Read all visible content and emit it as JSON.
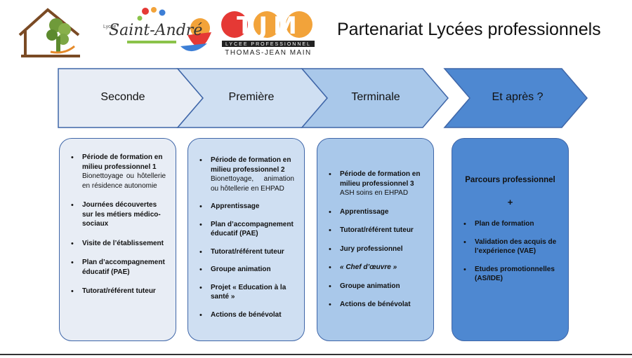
{
  "title": "Partenariat Lycées professionnels",
  "logos": {
    "tjm_letters": "TJM",
    "tjm_sub1": "LYCEE PROFESSIONNEL",
    "tjm_sub2": "THOMAS-JEAN MAIN",
    "stand_text": "Saint-André",
    "stand_small": "Lycée"
  },
  "stages": [
    "Seconde",
    "Première",
    "Terminale",
    "Et après ?"
  ],
  "colors": {
    "arrow1": "#e8edf5",
    "arrow2": "#cfdff2",
    "arrow3": "#a9c8ea",
    "arrow4": "#4e88d1",
    "card1": "#e8edf5",
    "card2": "#cfdff2",
    "card3": "#a9c8ea",
    "card4": "#4e88d1",
    "border": "#3f66a8"
  },
  "cards": [
    {
      "items": [
        {
          "bold": "Période de formation en milieu professionnel 1",
          "detail": "Bionettoyage ou hôtellerie en résidence autonomie"
        },
        {
          "bold": "Journées découvertes sur les métiers médico-sociaux",
          "detail": ""
        },
        {
          "bold": "Visite de l’établissement",
          "detail": ""
        },
        {
          "bold": "Plan d’accompagnement éducatif (PAE)",
          "detail": ""
        },
        {
          "bold": "Tutorat/référent tuteur",
          "detail": ""
        }
      ]
    },
    {
      "items": [
        {
          "bold": "Période de formation en milieu professionnel 2",
          "detail": "Bionettoyage, animation ou hôtellerie en EHPAD"
        },
        {
          "bold": "Apprentissage",
          "detail": ""
        },
        {
          "bold": "Plan d’accompagnement éducatif (PAE)",
          "detail": ""
        },
        {
          "bold": "Tutorat/référent tuteur",
          "detail": ""
        },
        {
          "bold": "Groupe animation",
          "detail": ""
        },
        {
          "bold": "Projet « Education à la santé »",
          "detail": ""
        },
        {
          "bold": "Actions de bénévolat",
          "detail": ""
        }
      ]
    },
    {
      "items": [
        {
          "bold": "Période de formation en milieu professionnel 3",
          "detail": "ASH soins en EHPAD"
        },
        {
          "bold": "Apprentissage",
          "detail": ""
        },
        {
          "bold": "Tutorat/référent tuteur",
          "detail": ""
        },
        {
          "bold": "Jury professionnel",
          "detail": ""
        },
        {
          "bold": "« Chef d’œuvre »",
          "detail": ""
        },
        {
          "bold": "Groupe animation",
          "detail": ""
        },
        {
          "bold": "Actions de bénévolat",
          "detail": ""
        }
      ]
    },
    {
      "heading": "Parcours professionnel",
      "plus": "+",
      "items": [
        {
          "bold": "Plan de formation",
          "detail": ""
        },
        {
          "bold": "Validation des acquis de l’expérience (VAE)",
          "detail": ""
        },
        {
          "bold": "Etudes promotionnelles (AS/IDE)",
          "detail": ""
        }
      ]
    }
  ]
}
